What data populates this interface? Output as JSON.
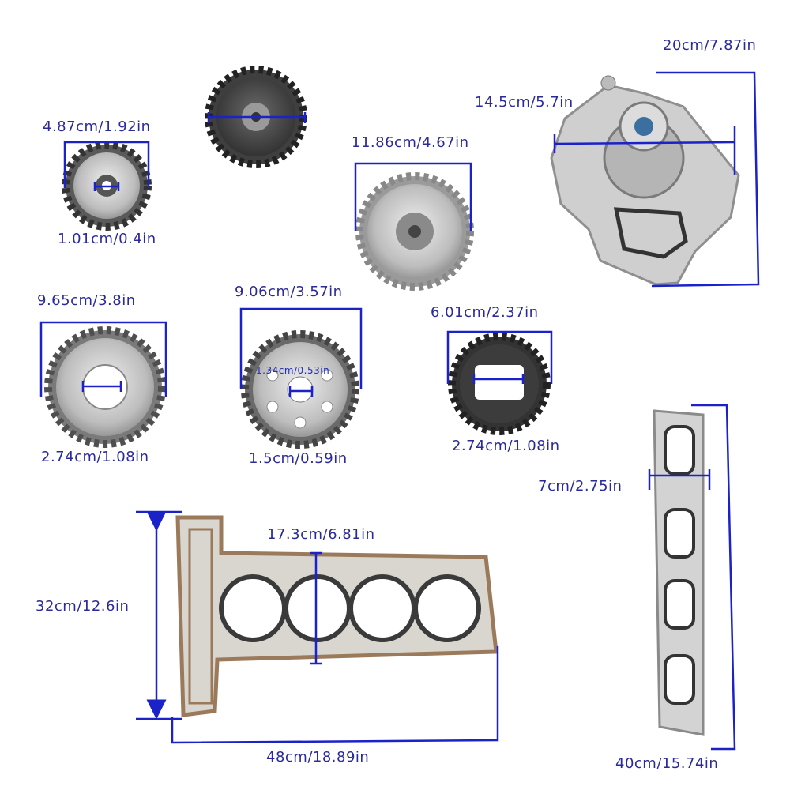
{
  "colors": {
    "dimension_line": "#1a22c8",
    "label_text": "#2a2a9a",
    "metal_light": "#c9c9c9",
    "metal_dark": "#4a4a4a",
    "gasket_copper": "#9a7a5a"
  },
  "parts": {
    "small_sprocket": {
      "outer_label": "4.87cm/1.92in",
      "bore_label": "1.01cm/0.4in"
    },
    "camshaft_actuator_gear": {
      "label": ""
    },
    "camshaft_gear_large": {
      "outer_label": "11.86cm/4.67in"
    },
    "water_pump": {
      "height_label": "20cm/7.87in",
      "width_label": "14.5cm/5.7in"
    },
    "crank_gear": {
      "outer_label": "9.65cm/3.8in",
      "bore_label": "2.74cm/1.08in"
    },
    "cam_sprocket_holes": {
      "outer_label": "9.06cm/3.57in",
      "inner_label": "1.34cm/0.53in",
      "bore_label": "1.5cm/0.59in"
    },
    "crank_sprocket": {
      "outer_label": "6.01cm/2.37in",
      "bore_label": "2.74cm/1.08in"
    },
    "head_gasket": {
      "bore_label": "17.3cm/6.81in",
      "height_label": "32cm/12.6in",
      "width_label": "48cm/18.89in"
    },
    "exhaust_gasket": {
      "width_label": "7cm/2.75in",
      "length_label": "40cm/15.74in"
    }
  }
}
